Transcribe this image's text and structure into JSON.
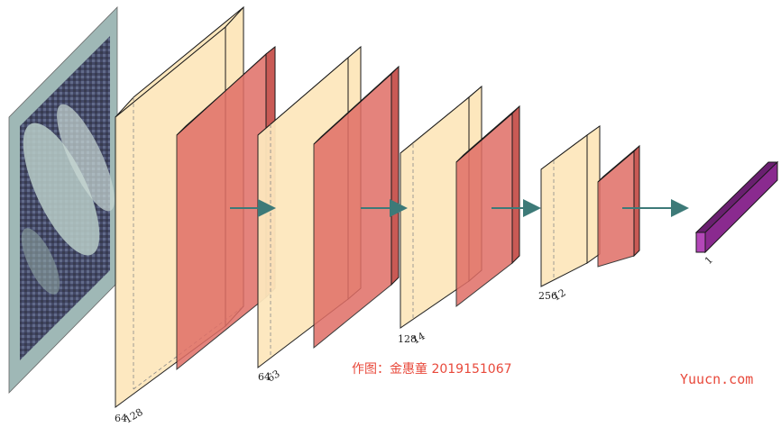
{
  "colors": {
    "conv_face": "#fde7bd",
    "conv_edge": "#1a1a1a",
    "pool_face": "#e06e66",
    "arrow": "#3d7a78",
    "output": "#8a2a8f",
    "caption": "#e8493b"
  },
  "blocks": [
    {
      "label_a": "64",
      "label_b": "128"
    },
    {
      "label_a": "64",
      "label_b": "63"
    },
    {
      "label_a": "128",
      "label_b": "14"
    },
    {
      "label_a": "256",
      "label_b": "12"
    }
  ],
  "output_label": "1",
  "caption": "作图：金惠童 2019151067",
  "watermark": "Yuucn.com",
  "input_image_icon": "ct-scan-icon"
}
